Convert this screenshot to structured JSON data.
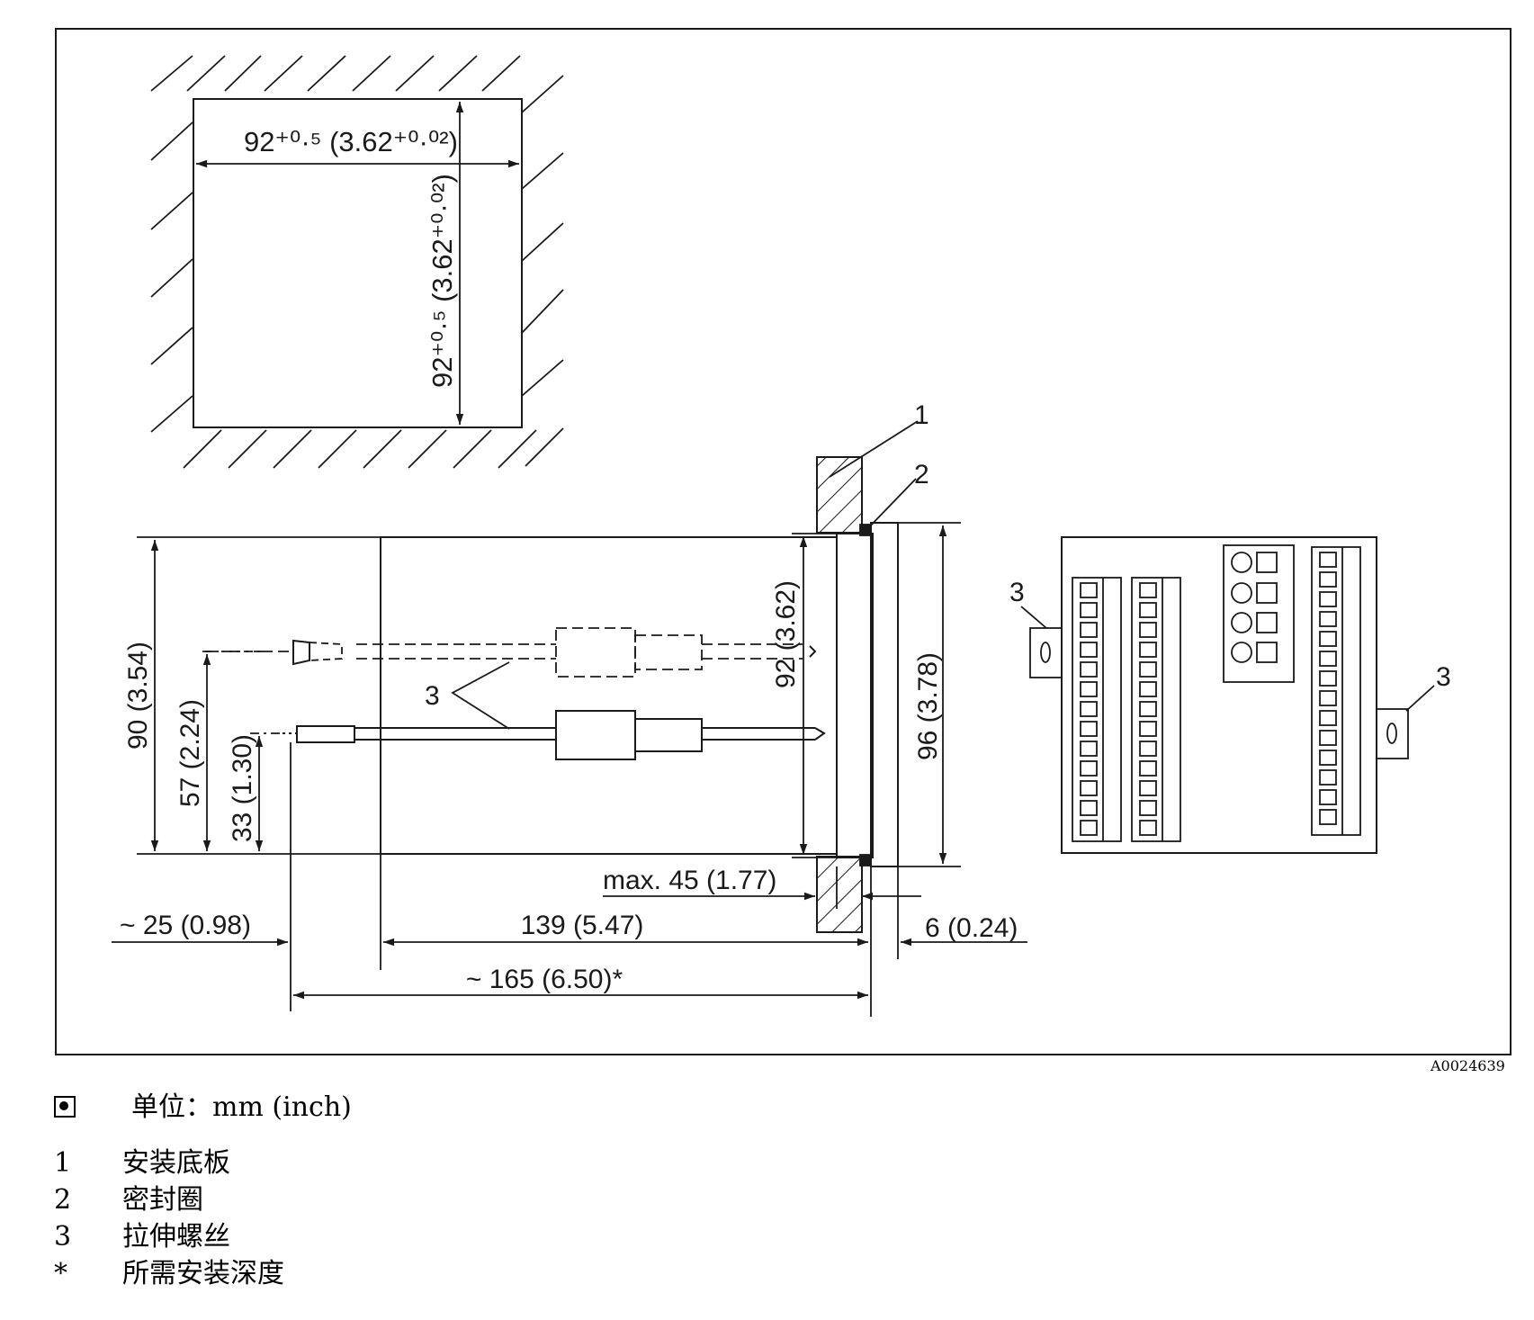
{
  "figure_id": "A0024639",
  "caption": {
    "units": "单位：mm (inch)"
  },
  "cutout": {
    "width_label": "92⁺⁰·⁵ (3.62⁺⁰·⁰²)",
    "height_label": "92⁺⁰·⁵ (3.62⁺⁰·⁰²)"
  },
  "dimensions": {
    "d90": "90 (3.54)",
    "d57": "57 (2.24)",
    "d33": "33 (1.30)",
    "d92": "92 (3.62)",
    "d96": "96 (3.78)",
    "dmax45": "max. 45 (1.77)",
    "d25": "~ 25 (0.98)",
    "d139": "139 (5.47)",
    "d6": "6 (0.24)",
    "d165": "~ 165 (6.50)*"
  },
  "callouts": {
    "c1": "1",
    "c2": "2",
    "c3": "3"
  },
  "legend": [
    {
      "key": "1",
      "text": "安装底板"
    },
    {
      "key": "2",
      "text": "密封圈"
    },
    {
      "key": "3",
      "text": "拉伸螺丝"
    },
    {
      "key": "*",
      "text": "所需安装深度"
    }
  ]
}
